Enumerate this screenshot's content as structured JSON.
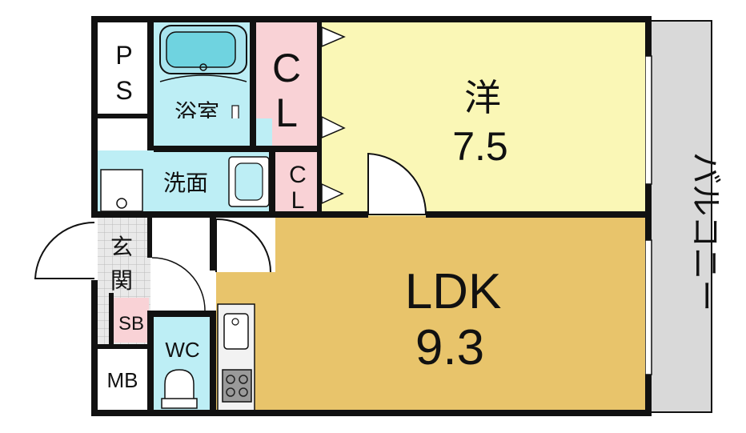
{
  "floor_plan": {
    "rooms": {
      "western": {
        "name": "洋",
        "size": "7.5"
      },
      "ldk": {
        "name": "LDK",
        "size": "9.3"
      },
      "bath": {
        "name": "浴室"
      },
      "washroom": {
        "name": "洗面"
      },
      "entrance": {
        "name": "玄関"
      },
      "wc": {
        "name": "WC"
      },
      "closet_large": {
        "top": "C",
        "bottom": "L"
      },
      "closet_small": {
        "top": "C",
        "bottom": "L"
      },
      "pipe_space": {
        "top": "P",
        "bottom": "S"
      },
      "shoe_box": {
        "name": "SB"
      },
      "meter_box": {
        "name": "MB"
      },
      "balcony": {
        "name": "バルコニー"
      }
    },
    "colors": {
      "western": "#FAF7B6",
      "ldk": "#E8C46B",
      "water": "#BDEEF5",
      "closet": "#F9D2D6",
      "balcony": "#D9D9D9",
      "wall": "#111111",
      "entrance": "#E6E6E6"
    }
  }
}
